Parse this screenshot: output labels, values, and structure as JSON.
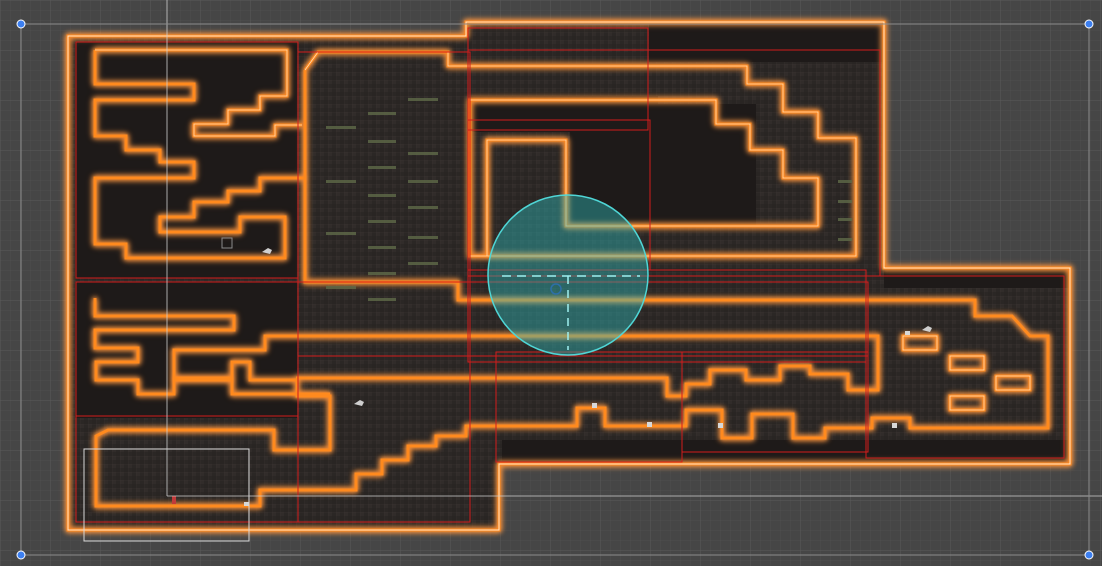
{
  "editor": {
    "view_name": "",
    "background_color": "#464646",
    "grid_minor_color": "#4e4e4e",
    "grid_major_color": "#585858",
    "level_fill_color": "#2a2624",
    "void_fill_color": "#1f1b1a",
    "outline_color": "#ff8a1e",
    "outline_core_color": "#fff0dc",
    "room_bounds_color": "#d21c1c",
    "camera_color": "#2fb4b4",
    "selection_color": "#d8d8d8",
    "handle_color": "#3c7ff0"
  },
  "icons": {
    "camera": "circle-collider-gizmo",
    "handle": "blue-dot",
    "enemy": "bird-sprite"
  }
}
